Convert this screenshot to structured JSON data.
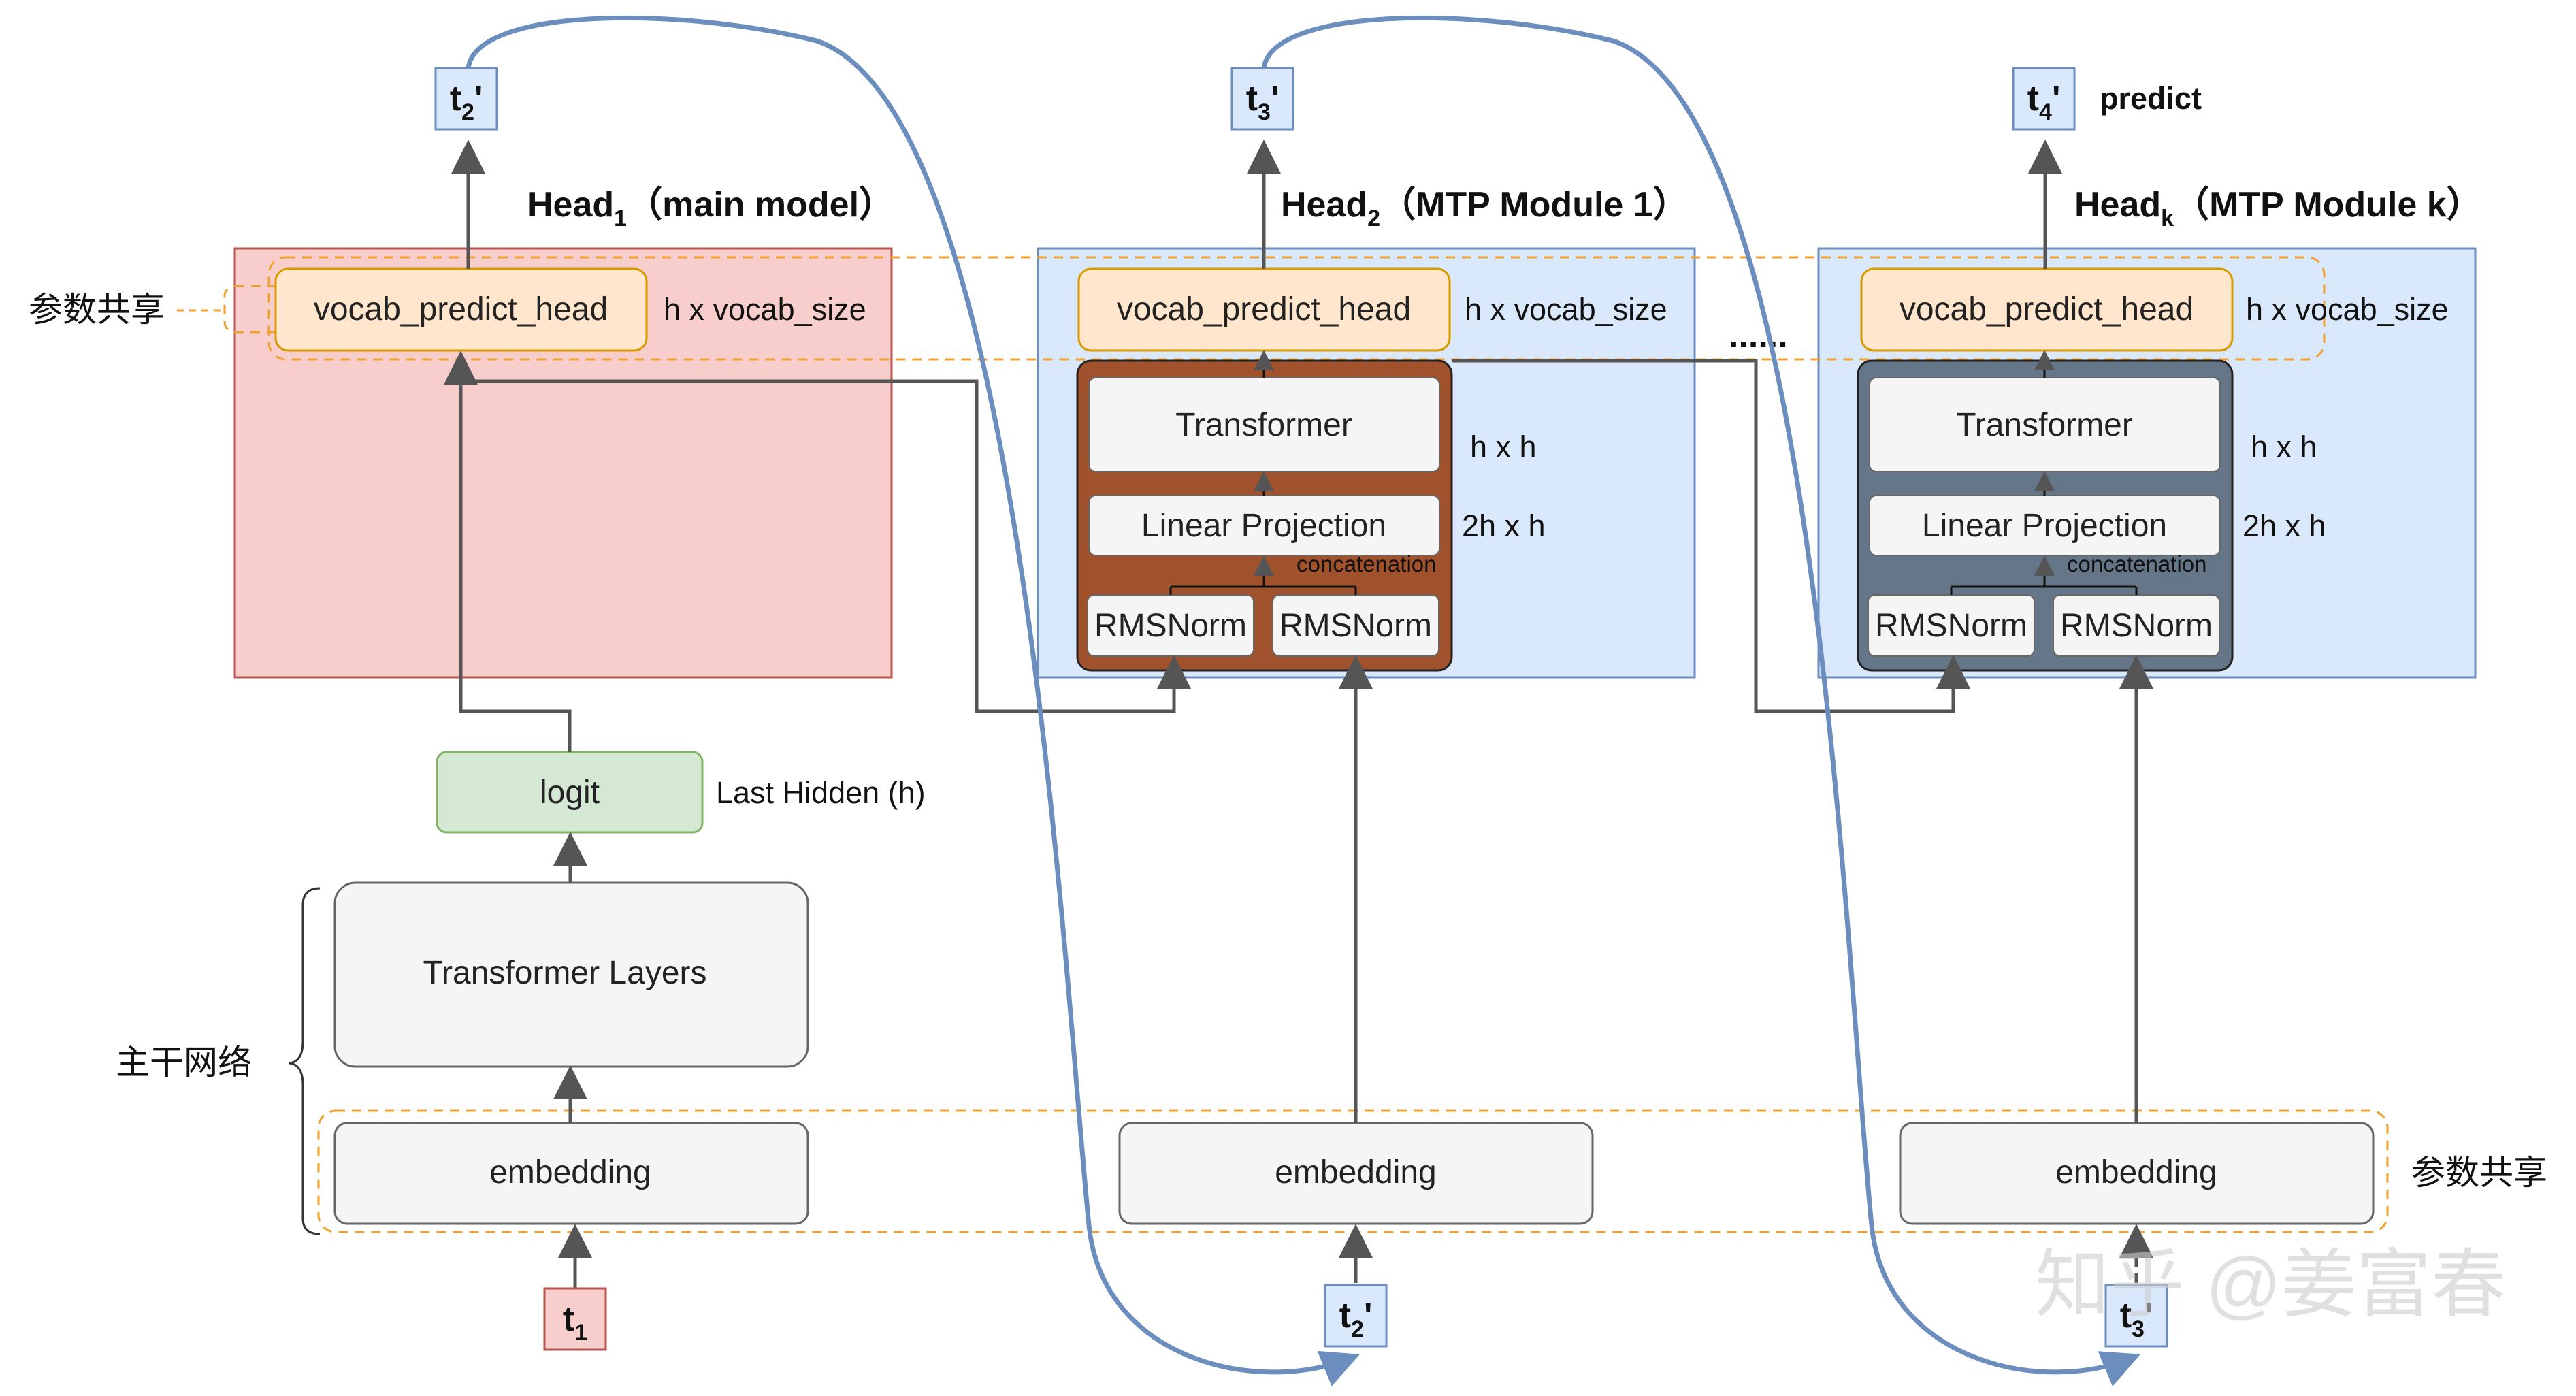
{
  "tokens": {
    "t1": "t",
    "t1_sub": "1",
    "t2p": "t",
    "t2p_sub": "2",
    "t2p_mark": "'",
    "t3p": "t",
    "t3p_sub": "3",
    "t3p_mark": "'",
    "t4p": "t",
    "t4p_sub": "4",
    "t4p_mark": "'"
  },
  "heads": {
    "h1": "Head",
    "h1_sub": "1",
    "h1_note": "（main model）",
    "h2": "Head",
    "h2_sub": "2",
    "h2_note": "（MTP Module 1）",
    "hk": "Head",
    "hk_sub": "k",
    "hk_note": "（MTP Module k）"
  },
  "labels": {
    "predict": "predict",
    "vocab_head": "vocab_predict_head",
    "vocab_dim": "h x vocab_size",
    "transformer": "Transformer",
    "transformer_dim": "h x h",
    "linear_projection": "Linear Projection",
    "linear_dim": "2h x h",
    "concatenation": "concatenation",
    "rmsnorm": "RMSNorm",
    "logit": "logit",
    "last_hidden": "Last Hidden (h)",
    "transformer_layers": "Transformer Layers",
    "embedding": "embedding",
    "param_share": "参数共享",
    "backbone": "主干网络",
    "ellipsis": "......",
    "watermark": "知乎 @姜富春"
  },
  "colors": {
    "main_panel_fill": "#f8cecc",
    "main_panel_stroke": "#b85450",
    "mtp_panel_fill": "#dae8fc",
    "mtp_panel_stroke": "#6c8ebf",
    "head_box_fill": "#ffe6cc",
    "head_box_stroke": "#d79b00",
    "mtp1_block": "#a0522d",
    "mtpk_block": "#647687",
    "logit_fill": "#d5e8d4",
    "logit_stroke": "#82b366",
    "token_blue_fill": "#dae8fc",
    "token_red_fill": "#f8cecc",
    "main_note": "#b20000",
    "mtp_note": "#808080",
    "curve": "#6c8ebf",
    "dashed": "#f0a030"
  }
}
